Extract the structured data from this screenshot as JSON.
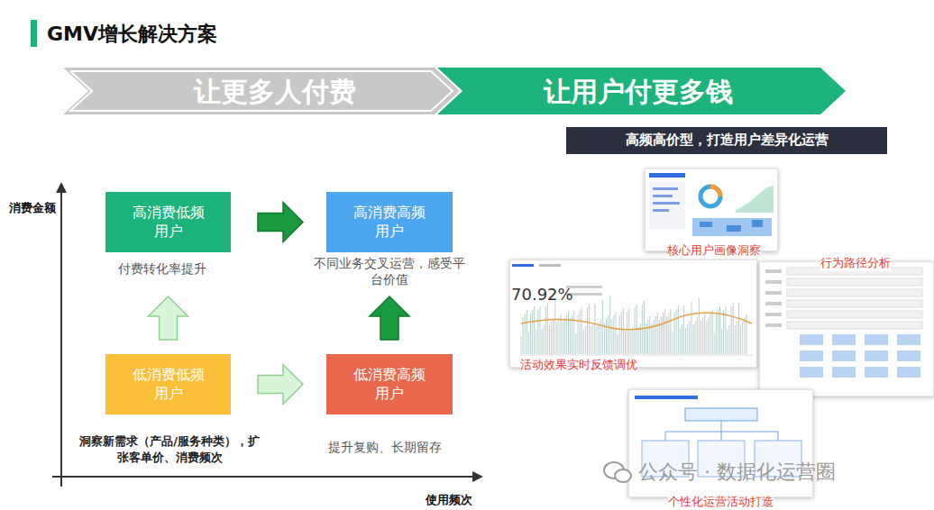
{
  "diagram": {
    "title": "GMV增长解决方案",
    "nodes": [
      {
        "text": [
          "让更多人付费"
        ]
      },
      {
        "text": [
          "让用户付更多钱"
        ]
      },
      {
        "text": [
          "高频高价型，打造用户差异化运营"
        ]
      },
      {
        "text": [
          "高消费低频 用户"
        ]
      },
      {
        "text": [
          "高消费高频 用户"
        ]
      },
      {
        "text": [
          "低消费低频 用户"
        ]
      },
      {
        "text": [
          "低消费高频 用户"
        ]
      }
    ],
    "edges": [
      {
        "from": 3,
        "to": 4,
        "arrow": "to"
      },
      {
        "from": 5,
        "to": 3,
        "arrow": "to"
      },
      {
        "from": 5,
        "to": 6,
        "arrow": "to"
      },
      {
        "from": 6,
        "to": 4,
        "arrow": "to"
      }
    ],
    "labels": [
      "消费金额",
      "使用频次",
      "付费转化率提升",
      "不同业务交叉运营，感受平台价值",
      "洞察新需求（产品/服务种类），扩张客单价、消费频次",
      "提升复购、长期留存",
      "核心用户画像洞察",
      "行为路径分析",
      "70.92%",
      "活动效果实时反馈调优",
      "个性化运营活动打造",
      "公众号 · 数据化运营圈"
    ]
  }
}
